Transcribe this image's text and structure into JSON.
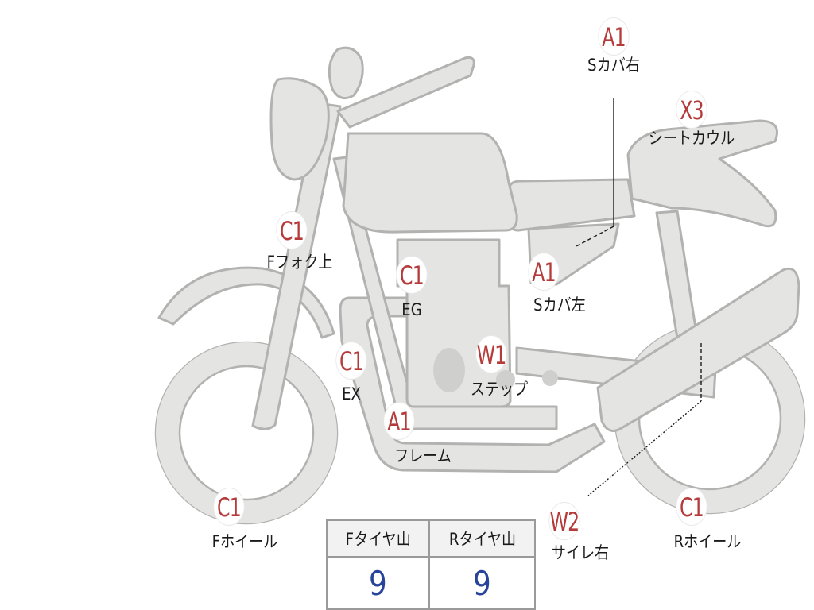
{
  "colors": {
    "badge_code": "#b53b3b",
    "tire_value": "#27449a",
    "bike_fill": "#e4e4e2",
    "bike_outline": "#b2b2b0"
  },
  "callouts": [
    {
      "code": "A1",
      "label": "Sカバ右"
    },
    {
      "code": "X3",
      "label": "シートカウル"
    },
    {
      "code": "C1",
      "label": "Fフォク上"
    },
    {
      "code": "C1",
      "label": "EG"
    },
    {
      "code": "A1",
      "label": "Sカバ左"
    },
    {
      "code": "C1",
      "label": "EX"
    },
    {
      "code": "W1",
      "label": "ステップ"
    },
    {
      "code": "A1",
      "label": "フレーム"
    },
    {
      "code": "C1",
      "label": "Fホイール"
    },
    {
      "code": "W2",
      "label": "サイレ右"
    },
    {
      "code": "C1",
      "label": "Rホイール"
    }
  ],
  "tire_table": {
    "headers": [
      "Fタイヤ山",
      "Rタイヤ山"
    ],
    "values": [
      "9",
      "9"
    ]
  }
}
